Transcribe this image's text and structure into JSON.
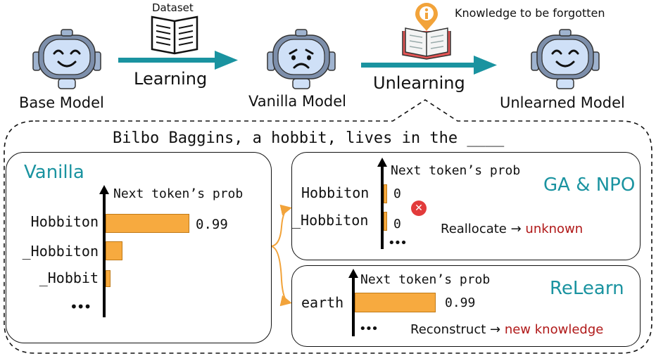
{
  "top": {
    "base_model": "Base Model",
    "dataset": "Dataset",
    "learning": "Learning",
    "vanilla_model": "Vanilla Model",
    "knowledge_forgotten": "Knowledge to be forgotten",
    "unlearning": "Unlearning",
    "unlearned_model": "Unlearned Model"
  },
  "prompt": "Bilbo Baggins, a hobbit, lives in the ____",
  "vanilla": {
    "title": "Vanilla",
    "axis_label": "Next token’s prob",
    "rows": [
      {
        "token": "Hobbiton",
        "prob": 0.99,
        "label": "0.99"
      },
      {
        "token": "_Hobbiton",
        "prob": 0.2
      },
      {
        "token": "_Hobbit",
        "prob": 0.06
      }
    ],
    "ellipsis": "•••"
  },
  "ga_npo": {
    "title": "GA & NPO",
    "axis_label": "Next token’s prob",
    "rows": [
      {
        "token": "Hobbiton",
        "prob": 0.04,
        "label": "0"
      },
      {
        "token": "_Hobbiton",
        "prob": 0.04,
        "label": "0"
      }
    ],
    "ellipsis": "•••",
    "note_prefix": "Reallocate → ",
    "note_highlight": "unknown"
  },
  "relearn": {
    "title": "ReLearn",
    "axis_label": "Next token’s prob",
    "rows": [
      {
        "token": "earth",
        "prob": 0.99,
        "label": "0.99"
      }
    ],
    "ellipsis": "•••",
    "note_prefix": "Reconstruct → ",
    "note_highlight": "new knowledge"
  },
  "colors": {
    "teal": "#1a93a0",
    "bar": "#f7aa3f",
    "red_text": "#b01818",
    "robot_face": "#cfe0f7",
    "robot_dark": "#6b7f9b"
  }
}
